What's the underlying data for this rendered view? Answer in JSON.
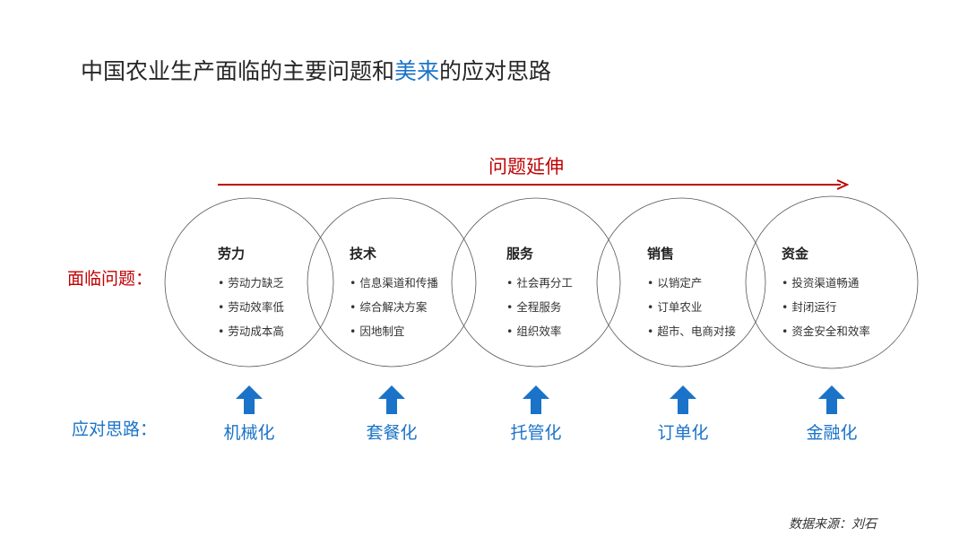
{
  "title": {
    "prefix": "中国农业生产面临的主要问题和",
    "highlight": "美来",
    "suffix": "的应对思路"
  },
  "extension_label": "问题延伸",
  "row_labels": {
    "problems": "面临问题：",
    "solutions": "应对思路："
  },
  "circles": [
    {
      "heading": "劳力",
      "items": [
        "劳动力缺乏",
        "劳动效率低",
        "劳动成本高"
      ],
      "solution": "机械化"
    },
    {
      "heading": "技术",
      "items": [
        "信息渠道和传播",
        "综合解决方案",
        "因地制宜"
      ],
      "solution": "套餐化"
    },
    {
      "heading": "服务",
      "items": [
        "社会再分工",
        "全程服务",
        "组织效率"
      ],
      "solution": "托管化"
    },
    {
      "heading": "销售",
      "items": [
        "以销定产",
        "订单农业",
        "超市、电商对接"
      ],
      "solution": "订单化"
    },
    {
      "heading": "资金",
      "items": [
        "投资渠道畅通",
        "封闭运行",
        "资金安全和效率"
      ],
      "solution": "金融化"
    }
  ],
  "source": "数据来源：刘石",
  "colors": {
    "red": "#c00000",
    "blue": "#1a73c8"
  }
}
